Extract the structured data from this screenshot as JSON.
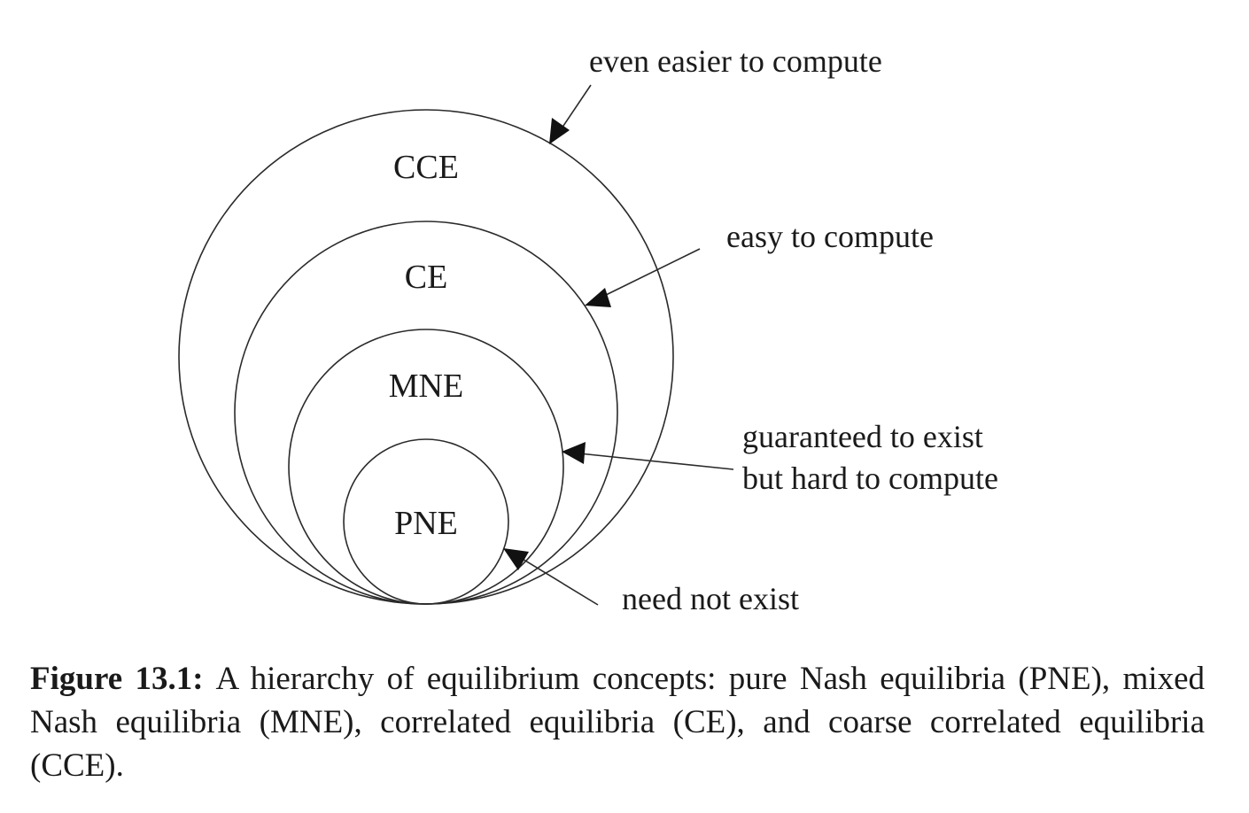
{
  "diagram": {
    "sets": {
      "cce": "CCE",
      "ce": "CE",
      "mne": "MNE",
      "pne": "PNE"
    },
    "annotations": {
      "cce": "even easier to compute",
      "ce": "easy to compute",
      "mne_line1": "guaranteed to exist",
      "mne_line2": "but hard to compute",
      "pne": "need not exist"
    }
  },
  "caption": {
    "label": "Figure 13.1:",
    "text": "A hierarchy of equilibrium concepts: pure Nash equilibria (PNE), mixed Nash equilibria (MNE), correlated equilibria (CE), and coarse correlated equilibria (CCE)."
  }
}
